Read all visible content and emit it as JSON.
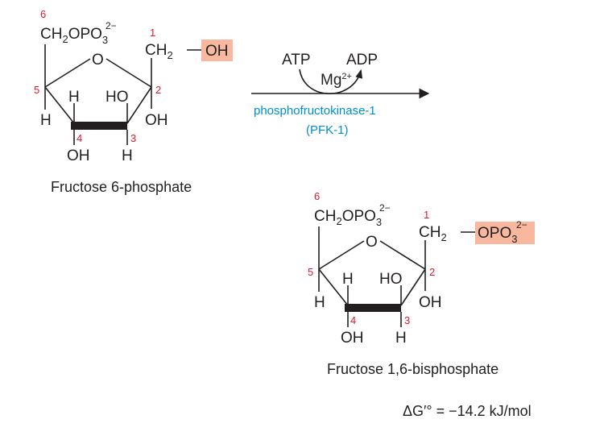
{
  "colors": {
    "ink": "#231f20",
    "carbon_number": "#e0182d",
    "enzyme": "#0090c8",
    "highlight": "#f8b8a0"
  },
  "sugar": {
    "ring_oxygen": "O",
    "c6_group": [
      "CH",
      "2",
      "OPO",
      "3",
      "2−"
    ],
    "c1_group": [
      "CH",
      "2"
    ],
    "c2_oh": "OH",
    "c3_h": "H",
    "c3_oh": "HO",
    "c4_h": "H",
    "c4_oh": "OH",
    "c5_h": "H",
    "carbon_numbers": [
      "1",
      "2",
      "3",
      "4",
      "5",
      "6"
    ]
  },
  "reactant": {
    "c1_substituent": "OH",
    "name": "Fructose 6-phosphate"
  },
  "product": {
    "c1_substituent": [
      "OPO",
      "3",
      "2−"
    ],
    "name": "Fructose 1,6-bisphosphate"
  },
  "reaction": {
    "consumed": "ATP",
    "released": "ADP",
    "cofactor": [
      "Mg",
      "2+"
    ],
    "enzyme_name": "phosphofructokinase-1",
    "enzyme_abbrev": "(PFK-1)"
  },
  "free_energy": "ΔG′° = −14.2 kJ/mol"
}
